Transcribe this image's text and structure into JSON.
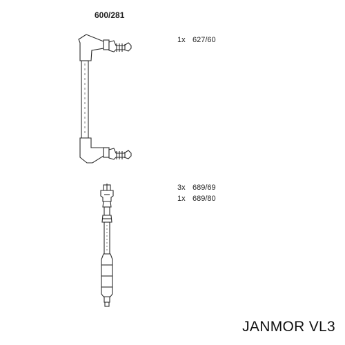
{
  "diagram": {
    "part_number": "600/281",
    "components": [
      {
        "qty": "1x",
        "code": "627/60"
      },
      {
        "qty": "3x",
        "code": "689/69"
      },
      {
        "qty": "1x",
        "code": "689/80"
      }
    ]
  },
  "brand": {
    "label": "JANMOR VL3"
  },
  "colors": {
    "line": "#2a2a2a",
    "fill": "#ffffff",
    "text": "#222222"
  }
}
